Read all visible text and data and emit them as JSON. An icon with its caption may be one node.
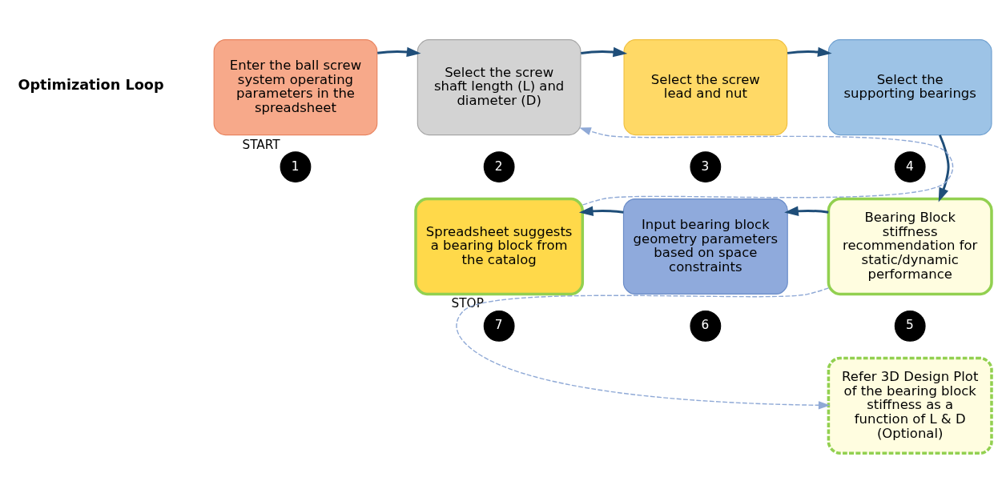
{
  "diagram": {
    "nodes": [
      {
        "text": [
          "Enter the ball screw system operating parameters in the spreadsheet"
        ]
      },
      {
        "text": [
          "Select the screw shaft length (L) and diameter (D)"
        ]
      },
      {
        "text": [
          "Select the screw lead and nut"
        ]
      },
      {
        "text": [
          "Select the supporting bearings"
        ]
      },
      {
        "text": [
          "1"
        ],
        "beside": [
          "START"
        ]
      },
      {
        "text": [
          "2"
        ]
      },
      {
        "text": [
          "3"
        ]
      },
      {
        "text": [
          "4"
        ]
      },
      {
        "text": [
          "Spreadsheet suggests a bearing block from the catalog"
        ]
      },
      {
        "text": [
          "Input bearing block geometry parameters based on space constraints"
        ]
      },
      {
        "text": [
          "Bearing Block stiffness recommendation for static/dynamic performance"
        ]
      },
      {
        "text": [
          "7"
        ],
        "beside": [
          "STOP"
        ]
      },
      {
        "text": [
          "6"
        ]
      },
      {
        "text": [
          "5"
        ]
      },
      {
        "text": [
          "Refer 3D Design Plot of the bearing block stiffness as a function of L & D (Optional)"
        ]
      }
    ],
    "edges": [
      {
        "from": 0,
        "to": 1,
        "arrow": "to"
      },
      {
        "from": 1,
        "to": 2,
        "arrow": "to"
      },
      {
        "from": 2,
        "to": 3,
        "arrow": "to"
      },
      {
        "from": 3,
        "to": 10,
        "arrow": "to"
      },
      {
        "from": 10,
        "to": 9,
        "arrow": "to"
      },
      {
        "from": 9,
        "to": 8,
        "arrow": "to"
      },
      {
        "from": 8,
        "to": 1,
        "arrow": "to",
        "style": "dashed",
        "color": "#8fa9d6"
      },
      {
        "from": 10,
        "to": 14,
        "arrow": "to",
        "style": "dashed",
        "color": "#8fa9d6"
      }
    ],
    "labels": [
      "Optimization Loop"
    ]
  }
}
